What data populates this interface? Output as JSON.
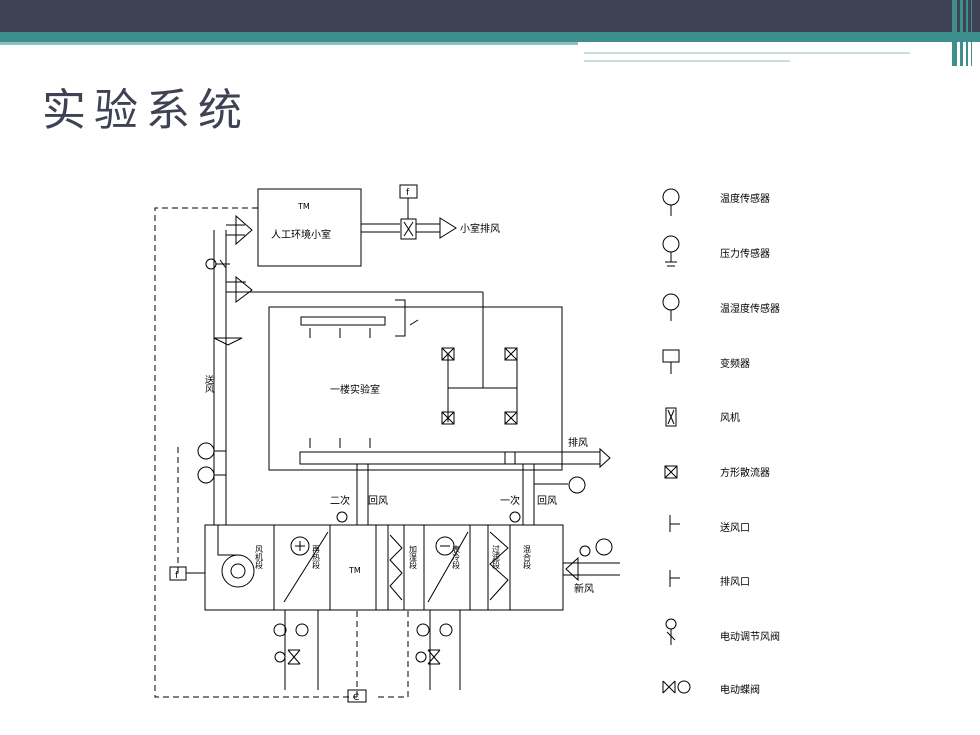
{
  "slide": {
    "title": "实验系统"
  },
  "diagram": {
    "chamber_label": "人工环境小室",
    "lab_label": "一楼实验室",
    "chamber_exhaust": "小室排风",
    "exhaust": "排风",
    "secondary_return": "二次",
    "primary_return": "一次",
    "return_air_1": "回风",
    "return_air_2": "回风",
    "fresh_air": "新风",
    "supply_duct": "送风",
    "controller": "C",
    "freq": "f",
    "tm": "TM",
    "sections": {
      "fan": "风机段",
      "reheat": "再热段",
      "humidify": "加湿段",
      "surface_cooler": "表冷段",
      "filter": "过滤段",
      "mixing": "混合段"
    }
  },
  "legend": [
    {
      "icon": "temperature-sensor-icon",
      "label": "温度传感器"
    },
    {
      "icon": "pressure-sensor-icon",
      "label": "压力传感器"
    },
    {
      "icon": "temp-humidity-sensor-icon",
      "label": "温湿度传感器"
    },
    {
      "icon": "frequency-converter-icon",
      "label": "变频器"
    },
    {
      "icon": "fan-icon",
      "label": "风机"
    },
    {
      "icon": "square-diffuser-icon",
      "label": "方形散流器"
    },
    {
      "icon": "supply-outlet-icon",
      "label": "送风口"
    },
    {
      "icon": "exhaust-outlet-icon",
      "label": "排风口"
    },
    {
      "icon": "motorized-damper-icon",
      "label": "电动调节风阀"
    },
    {
      "icon": "motorized-butterfly-valve-icon",
      "label": "电动蝶阀"
    }
  ]
}
